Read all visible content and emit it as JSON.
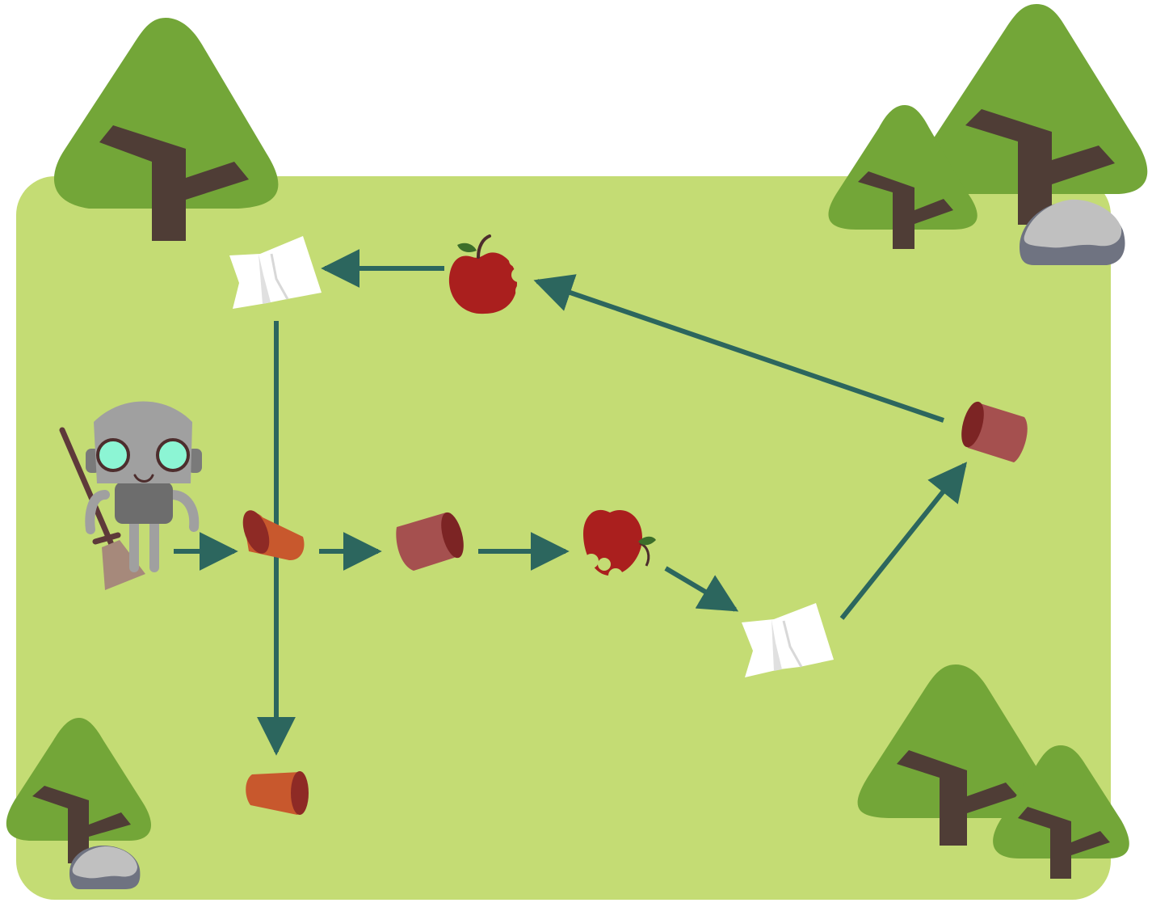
{
  "scene": {
    "ground_color": "#c4dc74",
    "arrow_color": "#2c665e",
    "tree_color": "#73a638",
    "trunk_color": "#4f3d36",
    "rock_color": "#c0c0c0",
    "rock_shadow_color": "#6f7381"
  },
  "robot": {
    "icon": "robot-with-broom-icon",
    "eye_color": "#8cf5d4",
    "body_color": "#a0a0a0"
  },
  "items": [
    {
      "kind": "cup",
      "color": "#c8582d"
    },
    {
      "kind": "cup",
      "color": "#a5504f"
    },
    {
      "kind": "apple",
      "color": "#aa1f1e"
    },
    {
      "kind": "paper",
      "color": "#ffffff"
    },
    {
      "kind": "cup",
      "color": "#a5504f"
    },
    {
      "kind": "apple",
      "color": "#aa1f1e"
    },
    {
      "kind": "paper",
      "color": "#ffffff"
    },
    {
      "kind": "cup",
      "color": "#c8582d"
    }
  ]
}
